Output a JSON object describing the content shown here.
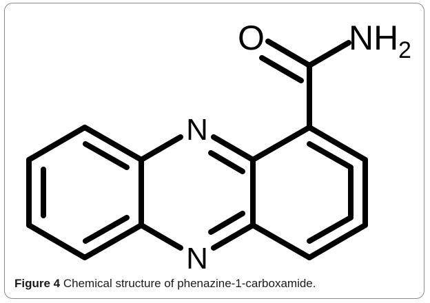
{
  "caption": {
    "label": "Figure 4",
    "text": "Chemical structure of phenazine-1-carboxamide."
  },
  "atoms": {
    "oxygen": "O",
    "amide_nitrogen": "NH",
    "subscript": "2",
    "top_nitrogen": "N",
    "bottom_nitrogen": "N"
  },
  "colors": {
    "bond": "#000000",
    "frame": "#8a8a8a",
    "caption": "#1a1a1a"
  }
}
